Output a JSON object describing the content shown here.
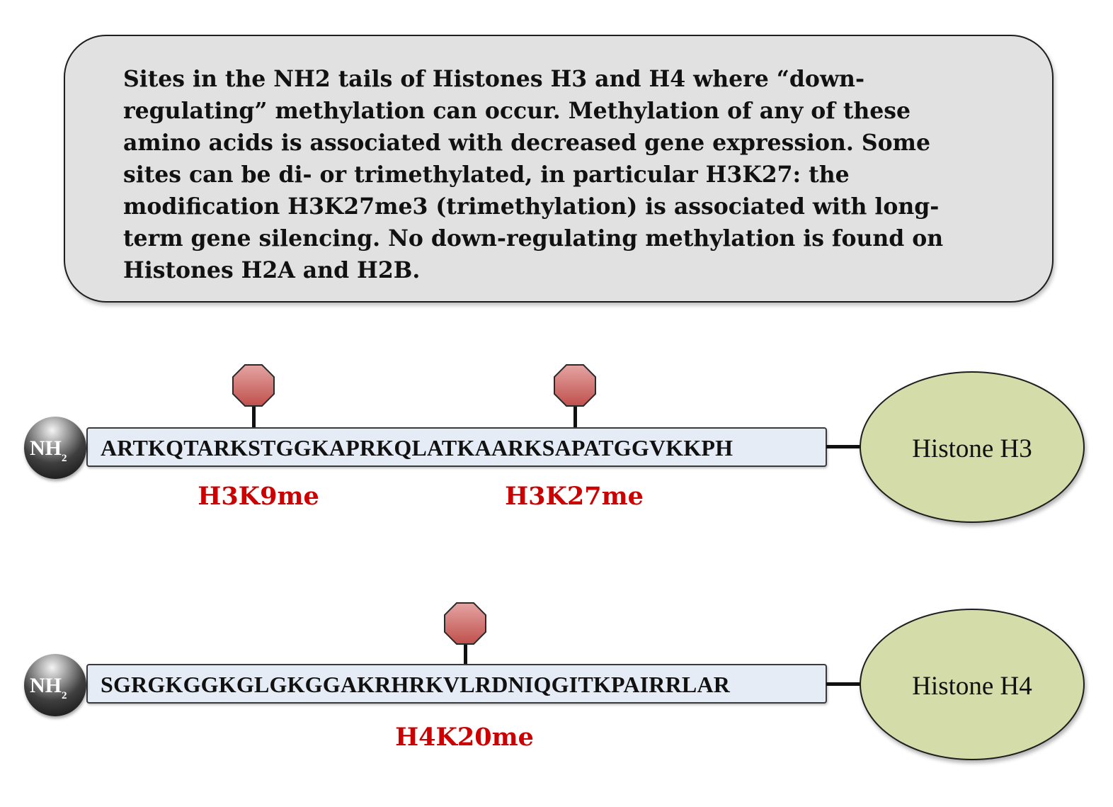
{
  "caption": {
    "lines": [
      "Sites in the NH2 tails of Histones H3 and H4 where “down-",
      "regulating” methylation can occur. Methylation of any of these",
      "amino acids is associated with decreased gene expression. Some",
      "sites can be di- or trimethylated, in particular H3K27: the",
      "modification H3K27me3 (trimethylation) is associated with long-",
      "term gene silencing. No down-regulating methylation is found on",
      "Histones H2A and H2B."
    ]
  },
  "tails": [
    {
      "nh2_label": "NH",
      "nh2_sub": "2",
      "sequence": "ARTKQTARKSTGGKAPRKQLATKAARKSAPATGGVKKPH",
      "histone_label": "Histone H3",
      "sites": [
        {
          "label": "H3K9me",
          "residue": 9
        },
        {
          "label": "H3K27me",
          "residue": 27
        }
      ]
    },
    {
      "nh2_label": "NH",
      "nh2_sub": "2",
      "sequence": "SGRGKGGKGLGKGGAKRHRKVLRDNIQGITKPAIRRLAR",
      "histone_label": "Histone H4",
      "sites": [
        {
          "label": "H4K20me",
          "residue": 20
        }
      ]
    }
  ],
  "colors": {
    "caption_fill": "#e1e1e1",
    "bar_fill": "#e6ecf5",
    "histone_fill": "#d4dca9",
    "marker_fill": "#cd5c5c",
    "site_label": "#cc0000"
  }
}
